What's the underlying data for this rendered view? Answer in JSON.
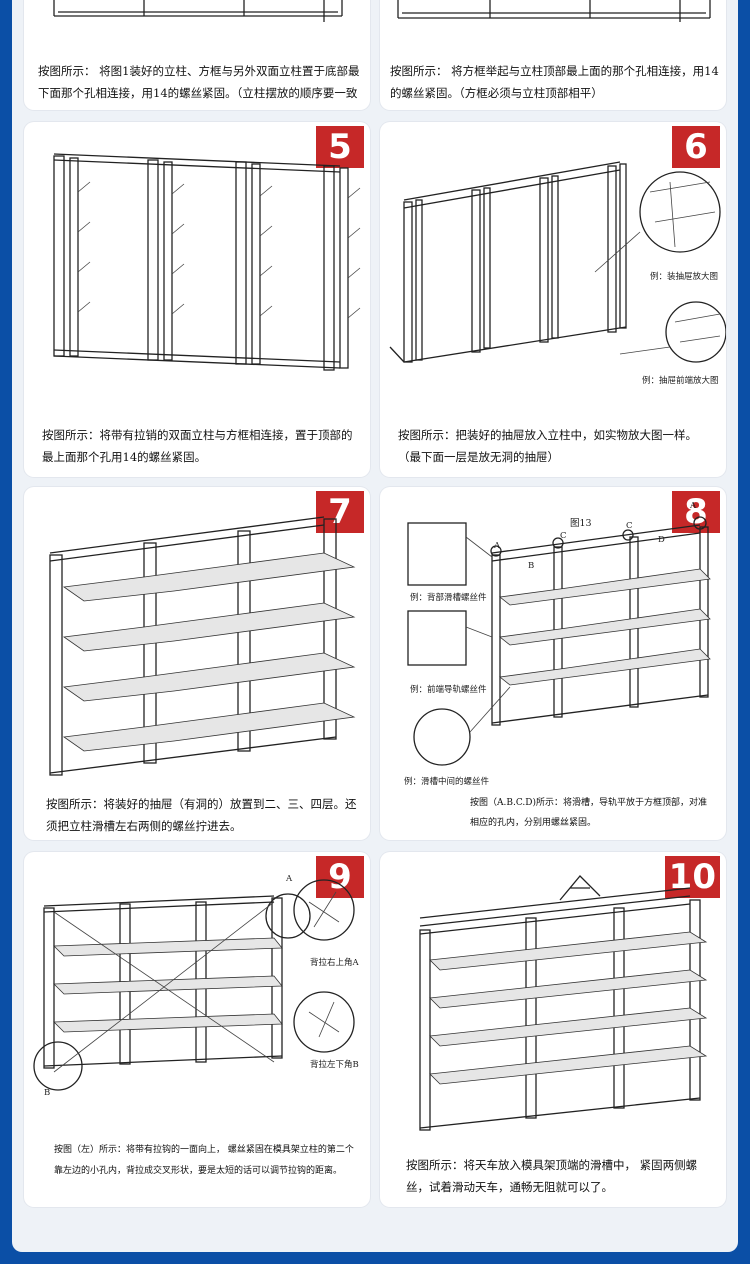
{
  "card_top_left": {
    "caption": "按图所示： 将图1装好的立柱、方框与另外双面立柱置于底部最下面那个孔相连接，用14的螺丝紧固。（立柱摆放的顺序要一致"
  },
  "card_top_right": {
    "caption": "按图所示： 将方框举起与立柱顶部最上面的那个孔相连接，用14的螺丝紧固。（方框必须与立柱顶部相平）"
  },
  "step5": {
    "number": "5",
    "caption": "按图所示：将带有拉销的双面立柱与方框相连接，置于顶部的最上面那个孔用14的螺丝紧固。"
  },
  "step6": {
    "number": "6",
    "caption": "按图所示：把装好的抽屉放入立柱中，如实物放大图一样。（最下面一层是放无洞的抽屉）",
    "detail1_label": "例：装抽屉放大图",
    "detail2_label": "例：抽屉前端放大图"
  },
  "step7": {
    "number": "7",
    "caption": "按图所示：将装好的抽屉（有洞的）放置到二、三、四层。还须把立柱滑槽左右两侧的螺丝拧进去。"
  },
  "step8": {
    "number": "8",
    "figure_label": "图13",
    "marks": {
      "a": "A",
      "b": "B",
      "c": "C",
      "d": "D"
    },
    "detail1_label": "例：背部滑槽螺丝件",
    "detail2_label": "例：前端导轨螺丝件",
    "detail3_label": "例：滑槽中间的螺丝件",
    "caption": "按图（A.B.C.D)所示：将滑槽，导轨平放于方框顶部，对准相应的孔内，分别用螺丝紧固。"
  },
  "step9": {
    "number": "9",
    "mark_a": "A",
    "mark_b": "B",
    "detail1_label": "背拉右上角A",
    "detail2_label": "背拉左下角B",
    "caption": "按图（左）所示：将带有拉钩的一面向上， 螺丝紧固在模具架立柱的第二个靠左边的小孔内，背拉成交叉形状，要是太短的话可以调节拉钩的距离。"
  },
  "step10": {
    "number": "10",
    "caption": "按图所示：将天车放入模具架顶端的滑槽中， 紧固两侧螺丝，试着滑动天车，通畅无阻就可以了。"
  }
}
